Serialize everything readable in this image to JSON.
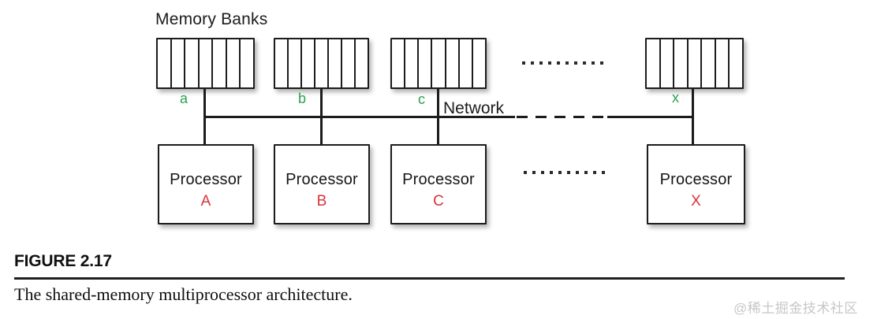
{
  "figure": {
    "memory_banks_title": "Memory Banks",
    "network_label": "Network",
    "memory_banks": [
      {
        "label": "a",
        "cells": 7
      },
      {
        "label": "b",
        "cells": 7
      },
      {
        "label": "c",
        "cells": 7
      },
      {
        "label": "x",
        "cells": 7
      }
    ],
    "processors": [
      {
        "name": "Processor",
        "id": "A"
      },
      {
        "name": "Processor",
        "id": "B"
      },
      {
        "name": "Processor",
        "id": "C"
      },
      {
        "name": "Processor",
        "id": "X"
      }
    ],
    "colors": {
      "bank_label": "#2aa14f",
      "processor_id": "#d8323a",
      "line": "#1c1c1c"
    }
  },
  "caption": {
    "figure_label": "FIGURE 2.17",
    "text": "The shared-memory multiprocessor architecture."
  },
  "watermark": "@稀土掘金技术社区"
}
